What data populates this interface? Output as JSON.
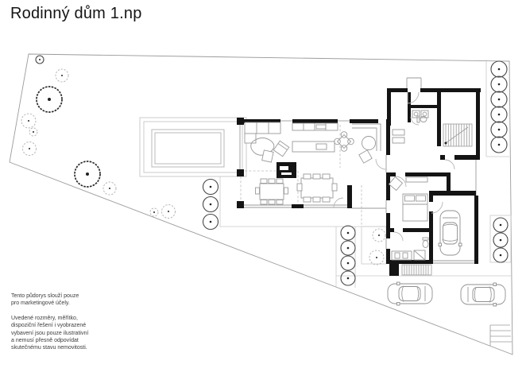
{
  "title": "Rodinný dům 1.np",
  "disclaimer": {
    "para1": "Tento půdorys slouží pouze\npro marketingové účely.",
    "para2": "Uvedené rozměry, měřítko,\ndispoziční řešení i vyobrazené\nvybavení jsou pouze ilustrativní\na nemusí přesně odpovídat\nskutečnému stavu nemovitosti."
  },
  "plan": {
    "kind": "architectural-floor-plan",
    "elements": [
      "property-boundary",
      "house",
      "pool",
      "pool-deck",
      "living-room",
      "kitchen-island",
      "dining-table",
      "terrace",
      "fireplace",
      "bedroom",
      "bathroom",
      "wc",
      "staircase",
      "garage",
      "driveway",
      "parked-cars",
      "trees",
      "bushes"
    ],
    "counts": {
      "cars": 3,
      "row_trees": 16,
      "large_trees": 2
    },
    "colors": {
      "walls": "#141414",
      "furniture": "#9a9a9a",
      "boundary": "#9b9b9b",
      "paper": "#ffffff"
    }
  }
}
